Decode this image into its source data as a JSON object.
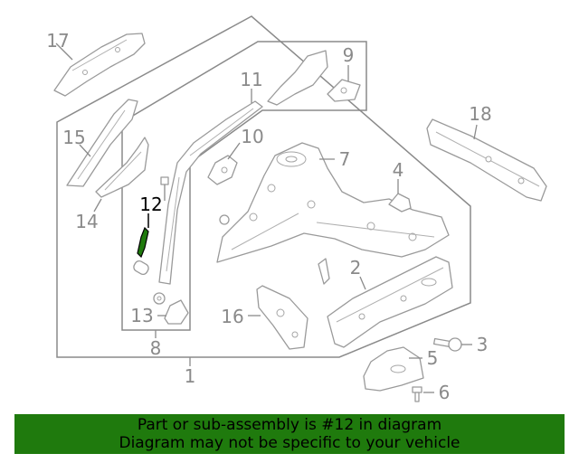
{
  "callouts": {
    "c1": "1",
    "c2": "2",
    "c3": "3",
    "c4": "4",
    "c5": "5",
    "c6": "6",
    "c7": "7",
    "c8": "8",
    "c9": "9",
    "c10": "10",
    "c11": "11",
    "c12": "12",
    "c13": "13",
    "c14": "14",
    "c15": "15",
    "c16": "16",
    "c17": "17",
    "c18": "18"
  },
  "highlighted_part": "12",
  "banner": {
    "line1": "Part or sub-assembly is #12 in diagram",
    "line2": "Diagram may not be specific to your vehicle",
    "background": "#1f7a0d"
  },
  "colors": {
    "outline": "#9a9a9a",
    "label": "#8a8a8a",
    "highlight": "#1f7a0d"
  }
}
